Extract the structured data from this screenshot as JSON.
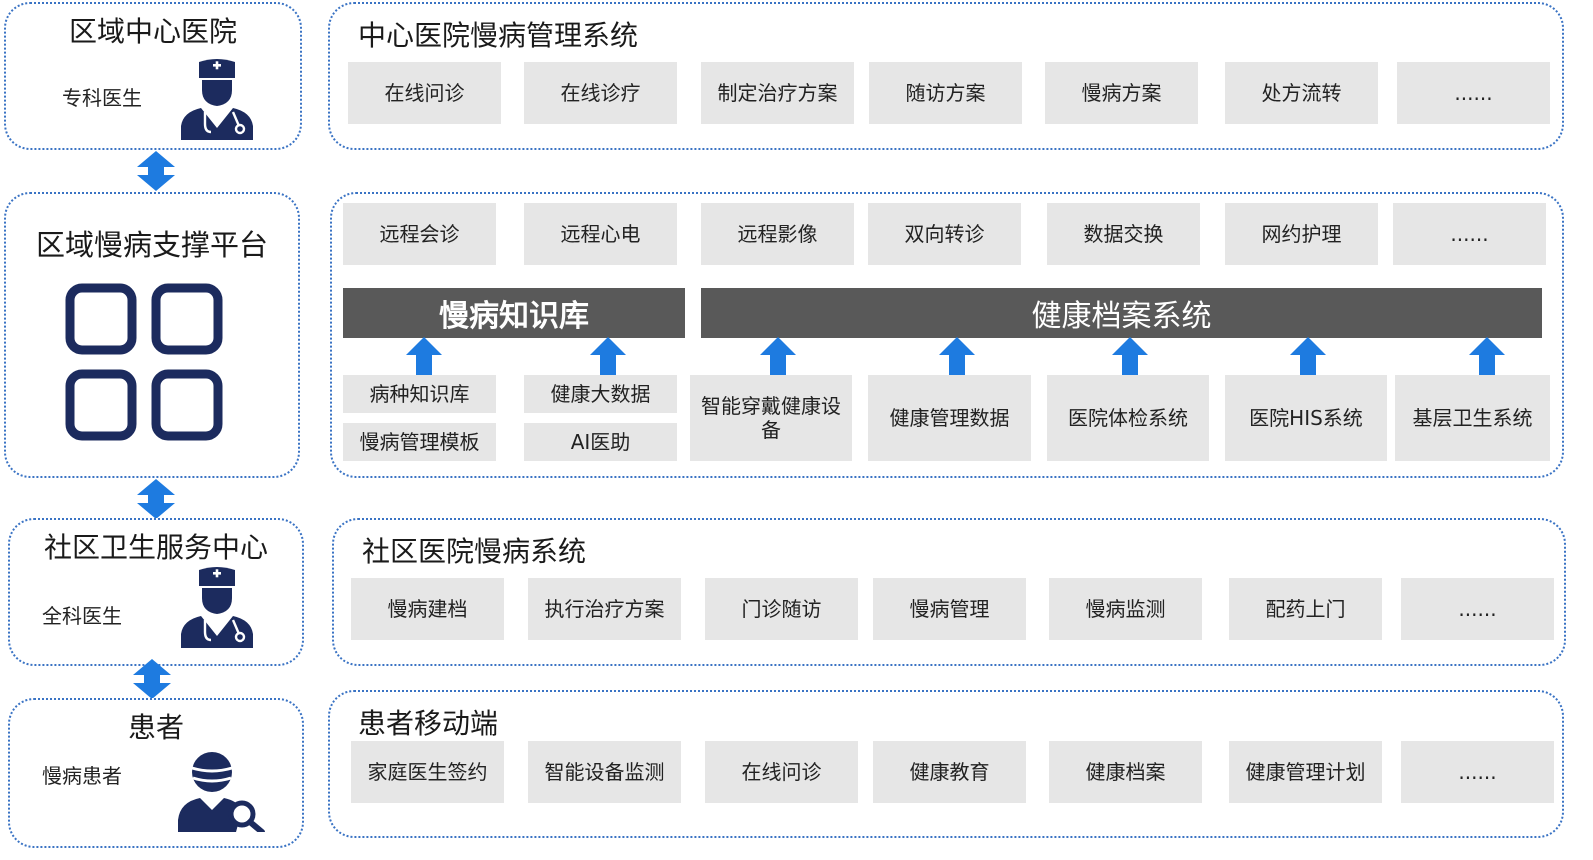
{
  "left": {
    "hospital": {
      "title": "区域中心医院",
      "role": "专科医生"
    },
    "platform": {
      "title": "区域慢病支撑平台"
    },
    "community": {
      "title": "社区卫生服务中心",
      "role": "全科医生"
    },
    "patient": {
      "title": "患者",
      "role": "慢病患者"
    }
  },
  "right": {
    "central": {
      "title": "中心医院慢病管理系统",
      "items": [
        "在线问诊",
        "在线诊疗",
        "制定治疗方案",
        "随访方案",
        "慢病方案",
        "处方流转",
        "......"
      ]
    },
    "platform": {
      "services": [
        "远程会诊",
        "远程心电",
        "远程影像",
        "双向转诊",
        "数据交换",
        "网约护理",
        "......"
      ],
      "knowledge": {
        "title": "慢病知识库",
        "items": [
          "病种知识库",
          "健康大数据",
          "慢病管理模板",
          "AI医助"
        ]
      },
      "archive": {
        "title": "健康档案系统",
        "items": [
          "智能穿戴健康设备",
          "健康管理数据",
          "医院体检系统",
          "医院HIS系统",
          "基层卫生系统"
        ]
      }
    },
    "community": {
      "title": "社区医院慢病系统",
      "items": [
        "慢病建档",
        "执行治疗方案",
        "门诊随访",
        "慢病管理",
        "慢病监测",
        "配药上门",
        "......"
      ]
    },
    "mobile": {
      "title": "患者移动端",
      "items": [
        "家庭医生签约",
        "智能设备监测",
        "在线问诊",
        "健康教育",
        "健康档案",
        "健康管理计划",
        "......"
      ]
    }
  },
  "colors": {
    "accent": "#1e7be0",
    "navy": "#1c2b5e",
    "border": "#3a73c4",
    "box": "#e6e6e6",
    "bar": "#595959"
  },
  "icons": {
    "doctor": "doctor-icon",
    "platform": "four-squares-icon",
    "patient": "patient-search-icon",
    "arrow": "double-arrow-icon"
  }
}
